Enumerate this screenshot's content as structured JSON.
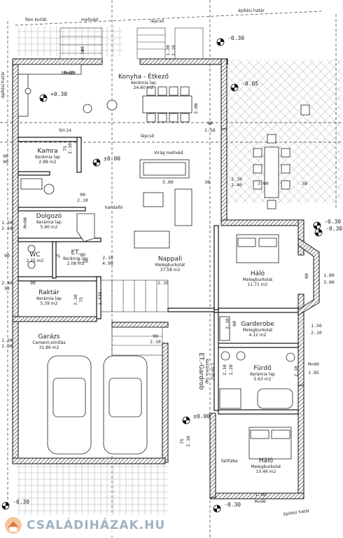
{
  "rooms": [
    {
      "name": "Konyha - Étkező",
      "floor": "Kerámia lap",
      "area": "24.60 m2"
    },
    {
      "name": "Kamra",
      "floor": "Kerámia lap",
      "area": "2.88 m2"
    },
    {
      "name": "Dolgozó",
      "floor": "Kerámia lap",
      "area": "5.90 m2"
    },
    {
      "name": "WC",
      "floor": "",
      "area": "2.25 m2"
    },
    {
      "name": "ET.",
      "floor": "Kerámia lap",
      "area": "2.08 m2"
    },
    {
      "name": "Nappali",
      "floor": "Melegburkolat",
      "area": "37.58 m2"
    },
    {
      "name": "Raktár",
      "floor": "Kerámia lap",
      "area": "5.39 m2"
    },
    {
      "name": "Garázs",
      "floor": "Cement-simítás",
      "area": "31.86 m2"
    },
    {
      "name": "Háló",
      "floor": "Melegburkolat",
      "area": "11.71 m2"
    },
    {
      "name": "Garderobe",
      "floor": "Melegburkolat",
      "area": "4.12 m2"
    },
    {
      "name": "Fürdő",
      "floor": "Kerámia lap",
      "area": "5.63 m2"
    },
    {
      "name": "ET.-Gardrob",
      "floor": "Kerámia lap",
      "area": "1.56 m2"
    },
    {
      "name": "Háló",
      "floor": "Melegburkolat",
      "area": "10.46 m2"
    }
  ],
  "labels": {
    "fem_korlat": "fém korlát",
    "mellvedt": "mellvéd",
    "lepcso_top": "lépcső",
    "epitesi_hatar": "építési határ",
    "epitesi_hatar_left": "építési határ",
    "lepcso_mid": "lépcső",
    "virag_mellved": "Virág mellvéd",
    "kandallo": "kandalló",
    "falifulke": "falifülke",
    "sh": "SH-14",
    "mparapet": "M=90",
    "footer": "építési határ"
  },
  "levels": [
    "-0.30",
    "+0.30",
    "-0.05",
    "±0.00",
    "±0.00",
    "-0.30",
    "-0.30",
    "-0.30",
    "-0.30"
  ],
  "dims": [
    "90",
    "2.10",
    "1.20",
    "2.10",
    "M=90",
    "3.00",
    "90",
    "2.16",
    "75",
    "2.10",
    "90",
    "90",
    "5.60",
    "38",
    "2.70",
    "2.40",
    "3.00",
    "38",
    "90",
    "2.10",
    "M=90",
    "1.20",
    "2.10",
    "60",
    "90",
    "2.10",
    "75",
    "90",
    "2.10",
    "4.90",
    "2.10",
    "1.435",
    "1.80",
    "3.00",
    "90",
    "2.40",
    "90",
    "2.10",
    "75",
    "2.10",
    "60",
    "1.50",
    "2.10",
    "90",
    "2.10",
    "1.20",
    "1.50",
    "M=90",
    "1.85",
    "2.10",
    "75",
    "2.10",
    "2.10",
    "1.20",
    "1.50",
    "M=90"
  ],
  "logo": {
    "text": "CSALÁDIHÁZAK.HU"
  },
  "colors": {
    "logo": "#9fb2c4",
    "line": "#111111"
  }
}
